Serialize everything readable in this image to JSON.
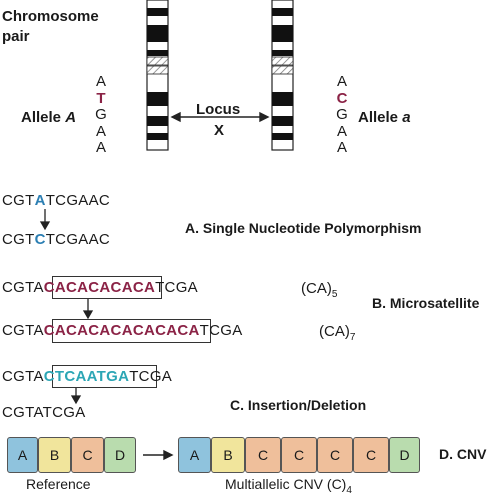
{
  "header": {
    "chromosome_pair": [
      "Chromosome",
      "pair"
    ]
  },
  "alleles": {
    "left": {
      "label_prefix": "Allele ",
      "label_letter": "A",
      "bases": [
        "A",
        "T",
        "G",
        "A",
        "A"
      ]
    },
    "right": {
      "label_prefix": "Allele ",
      "label_letter": "a",
      "bases": [
        "A",
        "C",
        "G",
        "A",
        "A"
      ]
    }
  },
  "locus": {
    "line1": "Locus",
    "line2": "X"
  },
  "snp": {
    "title": "A. Single Nucleotide Polymorphism",
    "seq1": {
      "pre": "CGT",
      "mark": "A",
      "post": "TCGAAC"
    },
    "seq2": {
      "pre": "CGT",
      "mark": "C",
      "post": "TCGAAC"
    }
  },
  "microsatellite": {
    "title": "B. Microsatellite",
    "seq1": {
      "pre": "CGTA",
      "repeat": "CACACACACA",
      "post": "TCGA",
      "unit": "(CA)",
      "count": "5"
    },
    "seq2": {
      "pre": "CGTA",
      "repeat": "CACACACACACACA",
      "post": "TCGA",
      "unit": "(CA)",
      "count": "7"
    }
  },
  "indel": {
    "title": "C. Insertion/Deletion",
    "seq1": {
      "pre": "CGTA",
      "insert": "CTCAATGA",
      "post": "TCGA"
    },
    "seq2": "CGTATCGA"
  },
  "cnv": {
    "title": "D. CNV",
    "reference": {
      "label": "Reference",
      "blocks": [
        "A",
        "B",
        "C",
        "D"
      ]
    },
    "multiallelic": {
      "label": "Multiallelic CNV (C)",
      "sub": "4",
      "blocks": [
        "A",
        "B",
        "C",
        "C",
        "C",
        "C",
        "D"
      ]
    }
  },
  "colors": {
    "A": "#8fc3dd",
    "B": "#f1e59c",
    "C": "#efbf9b",
    "D": "#b9dcae",
    "allele_highlight": "#8b2346",
    "snp_highlight": "#2c7fb3",
    "insertion": "#2ca6b5"
  }
}
